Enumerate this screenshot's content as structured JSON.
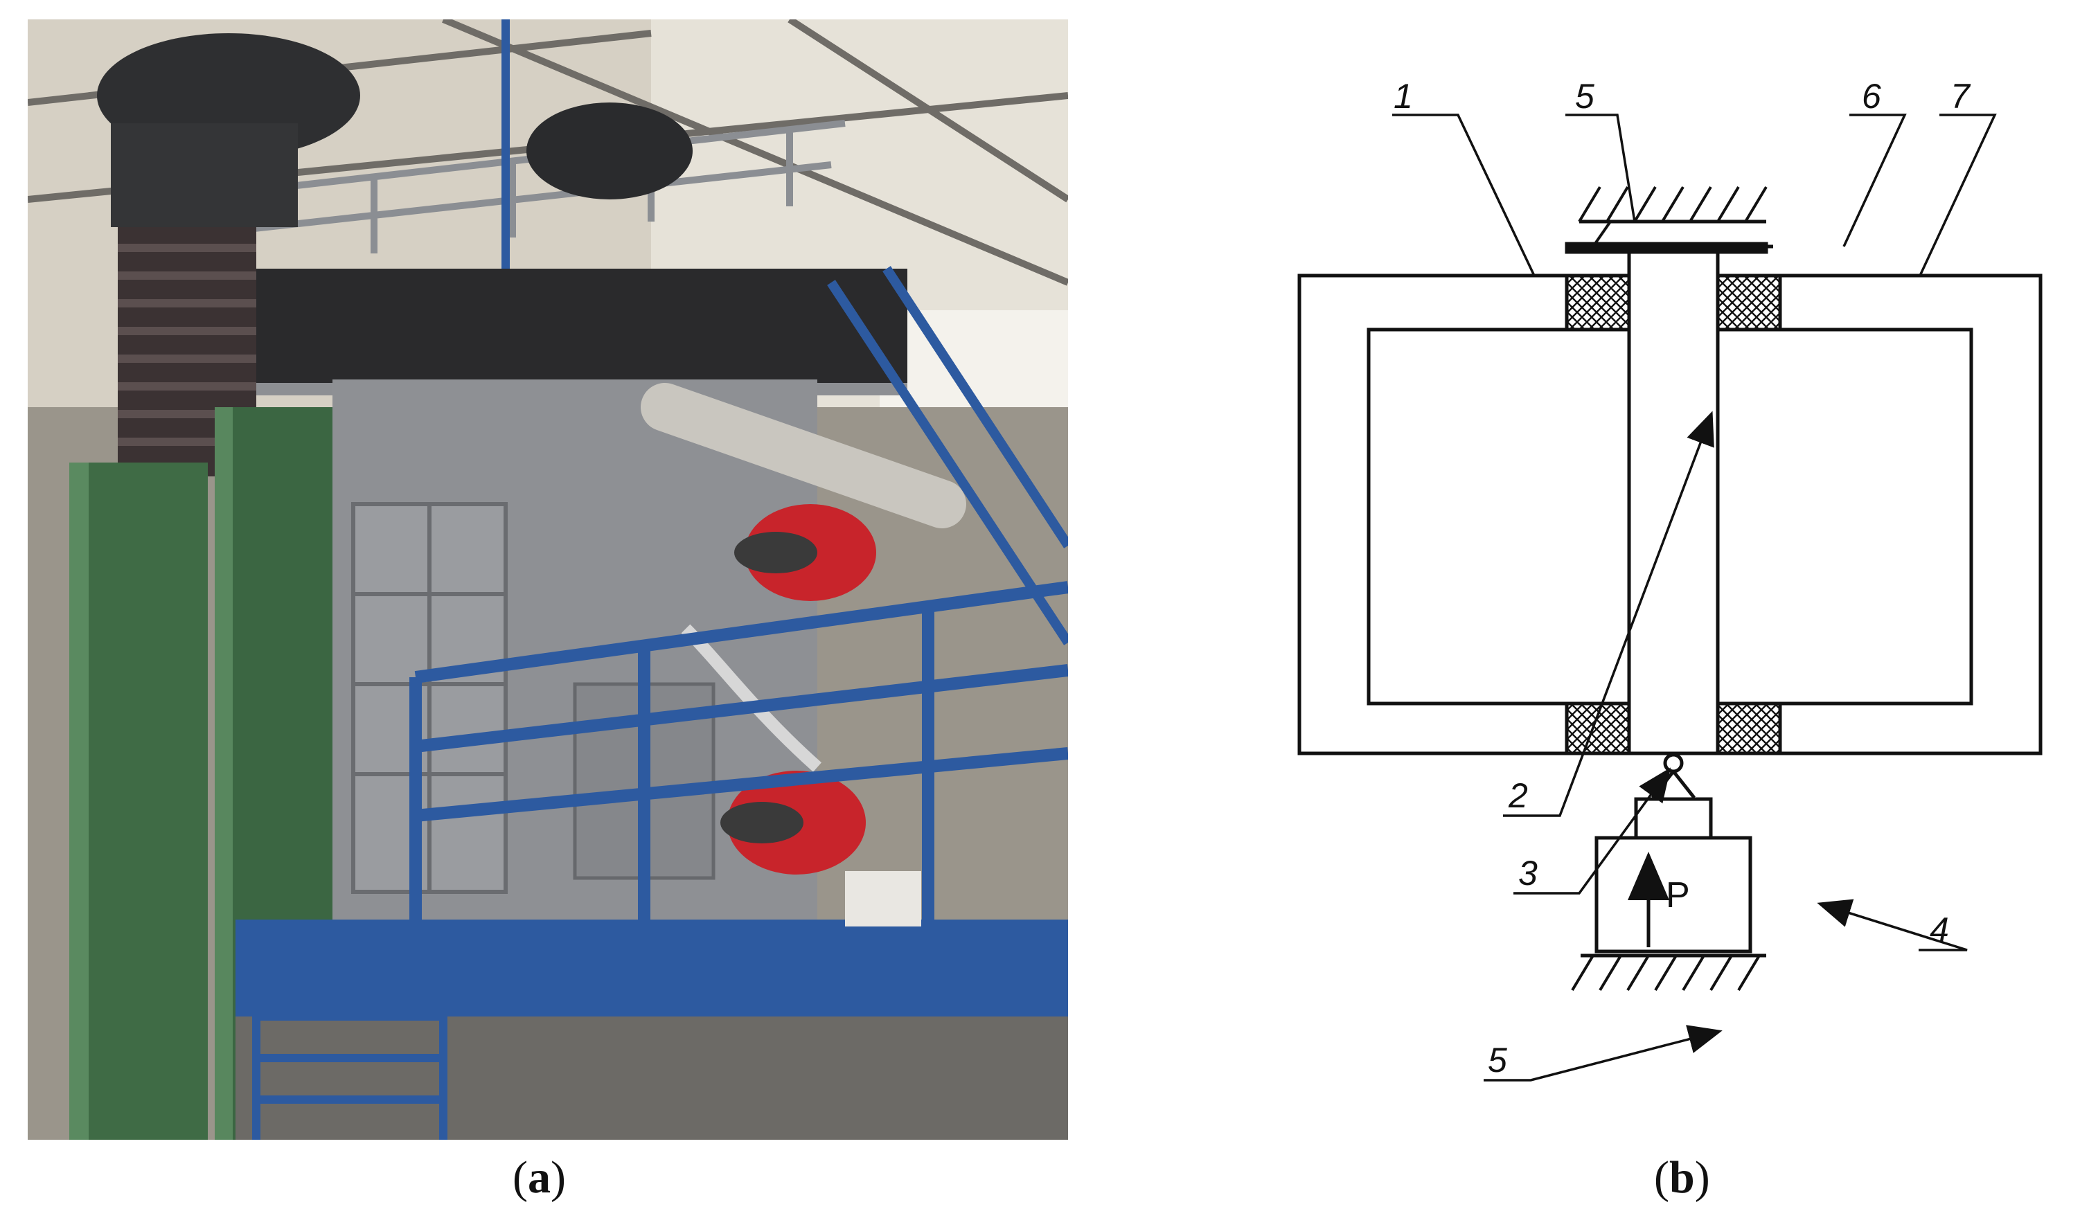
{
  "captions": {
    "a_open": "(",
    "a_letter": "a",
    "a_close": ")",
    "b_open": "(",
    "b_letter": "b",
    "b_close": ")"
  },
  "diagram": {
    "labels": {
      "frame": "1",
      "sample_arrow": "2",
      "hinge": "3",
      "jack": "4",
      "support_top": "5",
      "support_bottom": "5",
      "plate": "6",
      "seal": "7"
    },
    "load_symbol": "P"
  },
  "photo": {
    "colors": {
      "column_green": "#3f6b45",
      "frame_blue": "#2d5aa0",
      "furnace_grey": "#8e9094",
      "burner_red": "#c8242b",
      "ceiling": "#d8d2c6"
    }
  }
}
